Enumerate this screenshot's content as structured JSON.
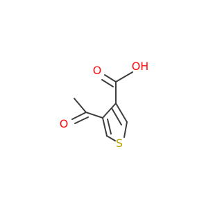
{
  "molecule": {
    "atoms": {
      "oh_label": "OH",
      "o_carboxyl_label": "O",
      "o_aldehyde_label": "O",
      "s_label": "S"
    },
    "colors": {
      "bond": "#3d3d3d",
      "oxygen": "#ff0d0d",
      "sulfur": "#b8a200"
    }
  }
}
